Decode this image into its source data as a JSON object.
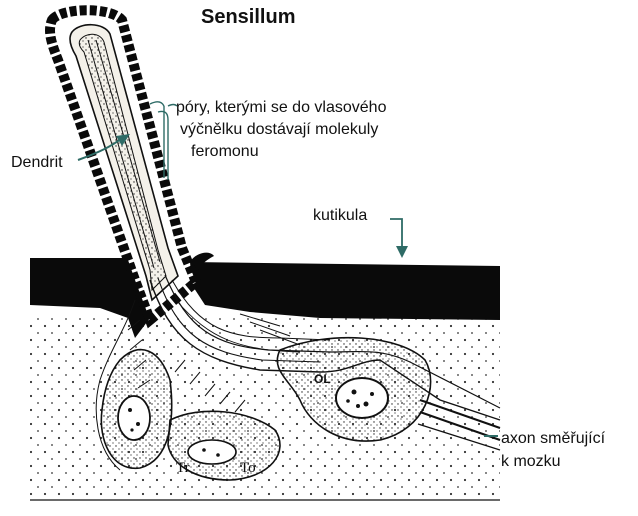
{
  "title": "Sensillum",
  "labels": {
    "pores_line1": "póry, kterými se do vlasového",
    "pores_line2": "výčnělku dostávají molekuly",
    "pores_line3": "feromonu",
    "dendrit": "Dendrit",
    "kutikula": "kutikula",
    "axon_line1": "axon směřující",
    "axon_line2": "k mozku",
    "ol": "OL",
    "tr": "Tr",
    "to": "To"
  },
  "colors": {
    "ink": "#111111",
    "arrow": "#2e6b66",
    "paper": "#ffffff",
    "stipple": "#ece8df"
  }
}
